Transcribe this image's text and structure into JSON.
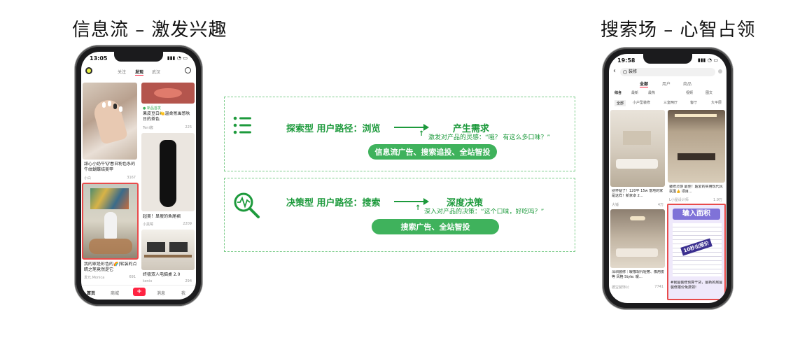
{
  "left_title": "信息流 – 激发兴趣",
  "right_title": "搜索场 – 心智占领",
  "left_phone": {
    "time": "13:05",
    "nav_tabs": [
      "关注",
      "发现",
      "武汉"
    ],
    "cards": [
      {
        "text": "甜心小奶牛🐮春日粉色系的牛纹蝴蝶结美甲",
        "author": "小白",
        "likes": "3167"
      },
      {
        "text": "果皮豆白🍋温柔氛围感秋日的茶色",
        "author": "Teni酱",
        "likes": "225"
      },
      {
        "text": "我的家是彩色的🌈|软装的点睛之笔竟然是它",
        "author": "发元.Monica",
        "likes": "691"
      },
      {
        "text": "超美！显瘦的鱼尾裙",
        "author": "小黑莓",
        "likes": "2209"
      },
      {
        "text": "终极双人电脑桌 2.0",
        "author": "kenix",
        "likes": "294"
      }
    ],
    "badge": "新品首发",
    "bottom_nav": [
      "首页",
      "商城",
      "+",
      "消息",
      "我"
    ]
  },
  "right_phone": {
    "time": "19:58",
    "search_query": "装修",
    "tabs": [
      "全部",
      "用户",
      "商品"
    ],
    "filters": [
      "综合",
      "最新",
      "最热",
      "视频",
      "图文"
    ],
    "chips": [
      "全部",
      "小户型装修",
      "三室两厅",
      "客厅",
      "大平层"
    ],
    "cards": [
      {
        "text": "别怀疑了！120平 15w 落地的家是这样！新家卓 2...",
        "author": "大锤",
        "likes": "4万"
      },
      {
        "text": "装修灵感 最佳！超爱的实用现代风氛围👍 项目...",
        "author": "L小屋设计师",
        "likes": "1.9万"
      },
      {
        "text": "深圳装修｜暖咖现代轻奢、像用俊等 风格 Style: 暖...",
        "author": "德宝装饰公",
        "likes": "7741"
      },
      {
        "text": "#我屋装修预算干货，最新的房屋装修报价免费领!",
        "author": "",
        "likes": ""
      }
    ],
    "ad_input": "输入面积",
    "ad_price": "10秒出报价"
  },
  "flow1": {
    "label": "探索型 用户路径：浏览",
    "result": "产生需求",
    "note": "激发对产品的灵感：“哦？ 有这么多口味？”",
    "pill": "信息流广告、搜索追投、全站智投"
  },
  "flow2": {
    "label": "决策型 用户路径：搜索",
    "result": "深度决策",
    "note": "深入对产品的决策：“这个口味，好吃吗？”",
    "pill": "搜索广告、全站智投"
  },
  "colors": {
    "green": "#1d9a3c",
    "pill": "#3fb25c",
    "dashed": "#7ccc8a",
    "red": "#ff2442"
  }
}
